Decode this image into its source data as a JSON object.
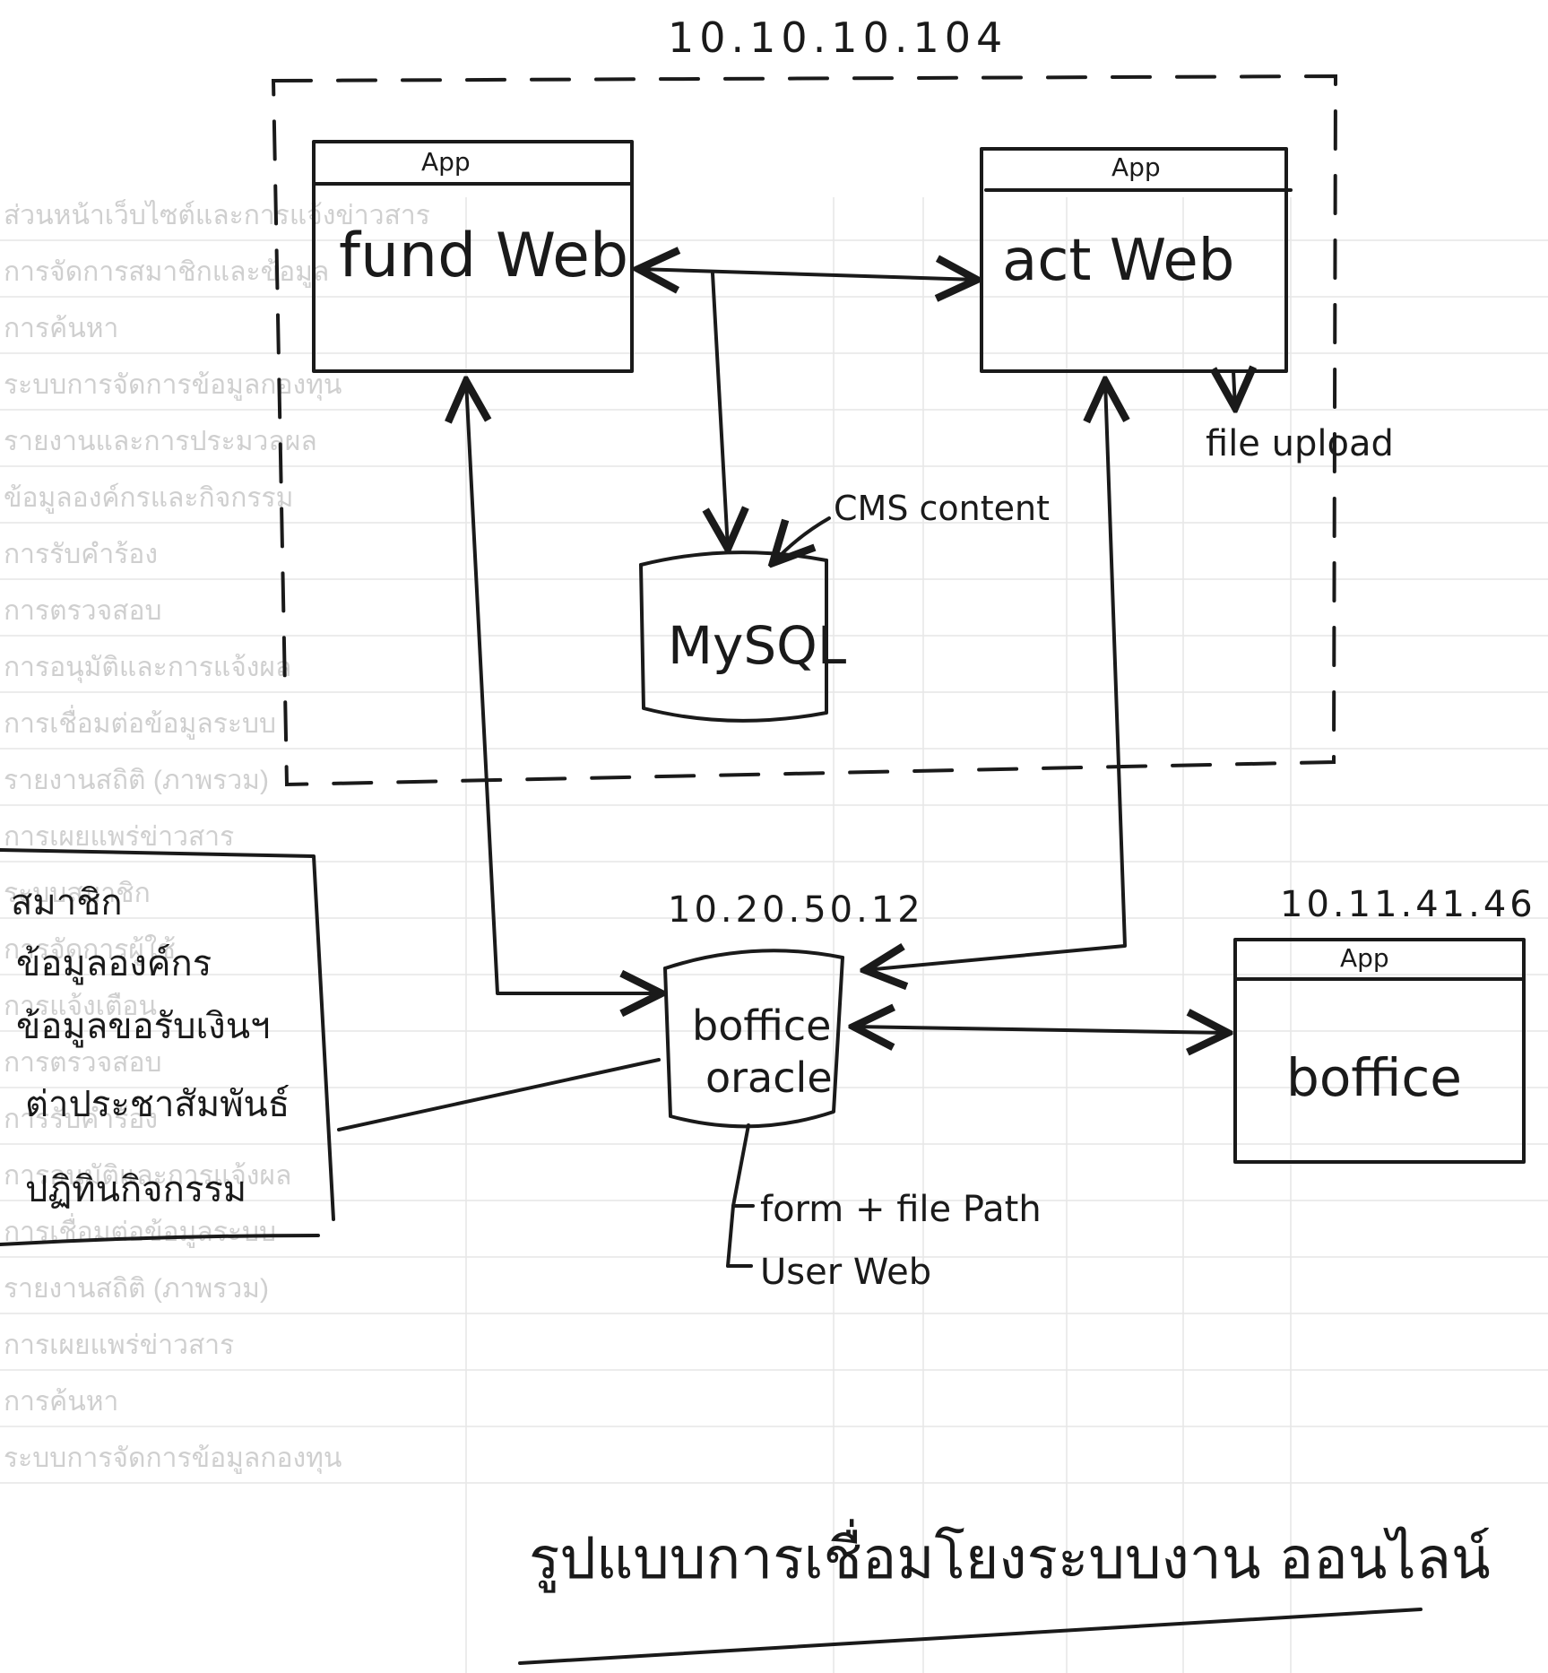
{
  "top_zone_ip": "10.10.10.104",
  "fund_web": {
    "tag": "App",
    "label": "fund Web"
  },
  "act_web": {
    "tag": "App",
    "label": "act Web",
    "note": "file upload"
  },
  "mysql": {
    "label": "MySQL",
    "note": "CMS content"
  },
  "boffice_oracle": {
    "ip": "10.20.50.12",
    "label_line1": "boffice",
    "label_line2": "oracle",
    "notes": [
      "form + file Path",
      "User Web"
    ]
  },
  "boffice_app": {
    "ip": "10.11.41.46",
    "tag": "App",
    "label": "boffice"
  },
  "data_list": [
    "สมาชิก",
    "ข้อมูลองค์กร",
    "ข้อมูลขอรับเงินฯ",
    "ต่าประชาสัมพันธ์",
    "ปฏิทินกิจกรรม"
  ],
  "caption": "รูปแบบการเชื่อมโยงระบบงาน ออนไลน์",
  "background_rows": [
    "ส่วนหน้าเว็บไซต์และการแจ้งข่าวสาร",
    "การจัดการสมาชิกและข้อมูล",
    "การค้นหา",
    "ระบบการจัดการข้อมูลกองทุน",
    "รายงานและการประมวลผล",
    "ข้อมูลองค์กรและกิจกรรม",
    "การรับคำร้อง",
    "การตรวจสอบ",
    "การอนุมัติและการแจ้งผล",
    "การเชื่อมต่อข้อมูลระบบ",
    "รายงานสถิติ (ภาพรวม)",
    "การเผยแพร่ข่าวสาร",
    "ระบบสมาชิก",
    "การจัดการผู้ใช้",
    "การแจ้งเตือน",
    "การตรวจสอบ",
    "การรับคำร้อง",
    "การอนุมัติและการแจ้งผล",
    "การเชื่อมต่อข้อมูลระบบ",
    "รายงานสถิติ (ภาพรวม)",
    "การเผยแพร่ข่าวสาร",
    "การค้นหา",
    "ระบบการจัดการข้อมูลกองทุน"
  ]
}
